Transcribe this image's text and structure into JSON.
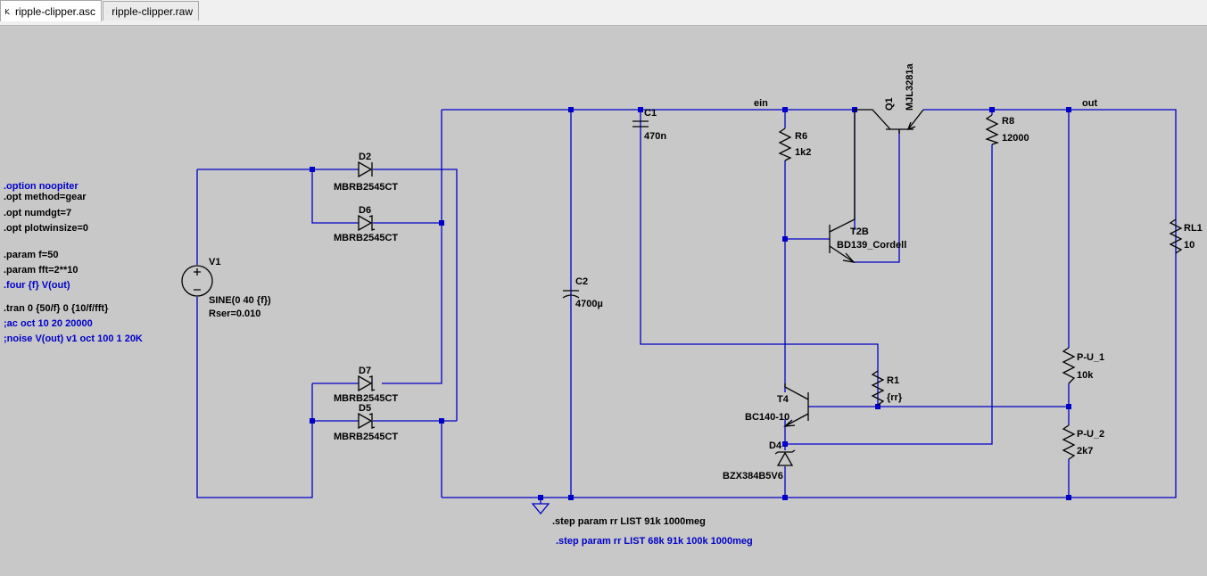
{
  "tabs": [
    {
      "label": "ripple-clipper.asc",
      "icon": "schematic-icon",
      "active": true
    },
    {
      "label": "ripple-clipper.raw",
      "icon": "waveform-icon",
      "active": false
    }
  ],
  "colors": {
    "wire": "#0000c8",
    "component": "#000000",
    "directive_blue": "#0000c8",
    "directive_black": "#000000",
    "background": "#c8c8c8"
  },
  "directives": [
    {
      "text": ".option noopiter",
      "color": "blue"
    },
    {
      "text": ".opt method=gear",
      "color": "black"
    },
    {
      "text": ".opt numdgt=7",
      "color": "black"
    },
    {
      "text": ".opt plotwinsize=0",
      "color": "black"
    },
    {
      "text": ".param f=50",
      "color": "black"
    },
    {
      "text": ".param fft=2**10",
      "color": "black"
    },
    {
      "text": ".four {f} V(out)",
      "color": "blue"
    },
    {
      "text": ".tran 0 {50/f} 0 {10/f/fft}",
      "color": "black"
    },
    {
      "text": ";ac oct 10 20 20000",
      "color": "blue"
    },
    {
      "text": ";noise V(out) v1 oct 100 1 20K",
      "color": "blue"
    }
  ],
  "step_directives": [
    {
      "text": ".step param rr  LIST 91k 1000meg",
      "color": "black"
    },
    {
      "text": ".step param rr  LIST 68k 91k 100k 1000meg",
      "color": "blue"
    }
  ],
  "net_labels": {
    "ein": "ein",
    "out": "out"
  },
  "components": {
    "V1": {
      "name": "V1",
      "value": "SINE(0 40 {f})",
      "extra": "Rser=0.010"
    },
    "D2": {
      "name": "D2",
      "value": "MBRB2545CT"
    },
    "D6": {
      "name": "D6",
      "value": "MBRB2545CT"
    },
    "D7": {
      "name": "D7",
      "value": "MBRB2545CT"
    },
    "D5": {
      "name": "D5",
      "value": "MBRB2545CT"
    },
    "C1": {
      "name": "C1",
      "value": "470n"
    },
    "C2": {
      "name": "C2",
      "value": "4700µ"
    },
    "R6": {
      "name": "R6",
      "value": "1k2"
    },
    "Q1": {
      "name": "Q1",
      "value": "MJL3281a"
    },
    "R8": {
      "name": "R8",
      "value": "12000"
    },
    "T2B": {
      "name": "T2B",
      "value": "BD139_Cordell"
    },
    "RL1": {
      "name": "RL1",
      "value": "10"
    },
    "R1": {
      "name": "R1",
      "value": "{rr}"
    },
    "T4": {
      "name": "T4",
      "value": "BC140-10"
    },
    "D4": {
      "name": "D4",
      "value": "BZX384B5V6"
    },
    "PU1": {
      "name": "P-U_1",
      "value": "10k"
    },
    "PU2": {
      "name": "P-U_2",
      "value": "2k7"
    }
  }
}
